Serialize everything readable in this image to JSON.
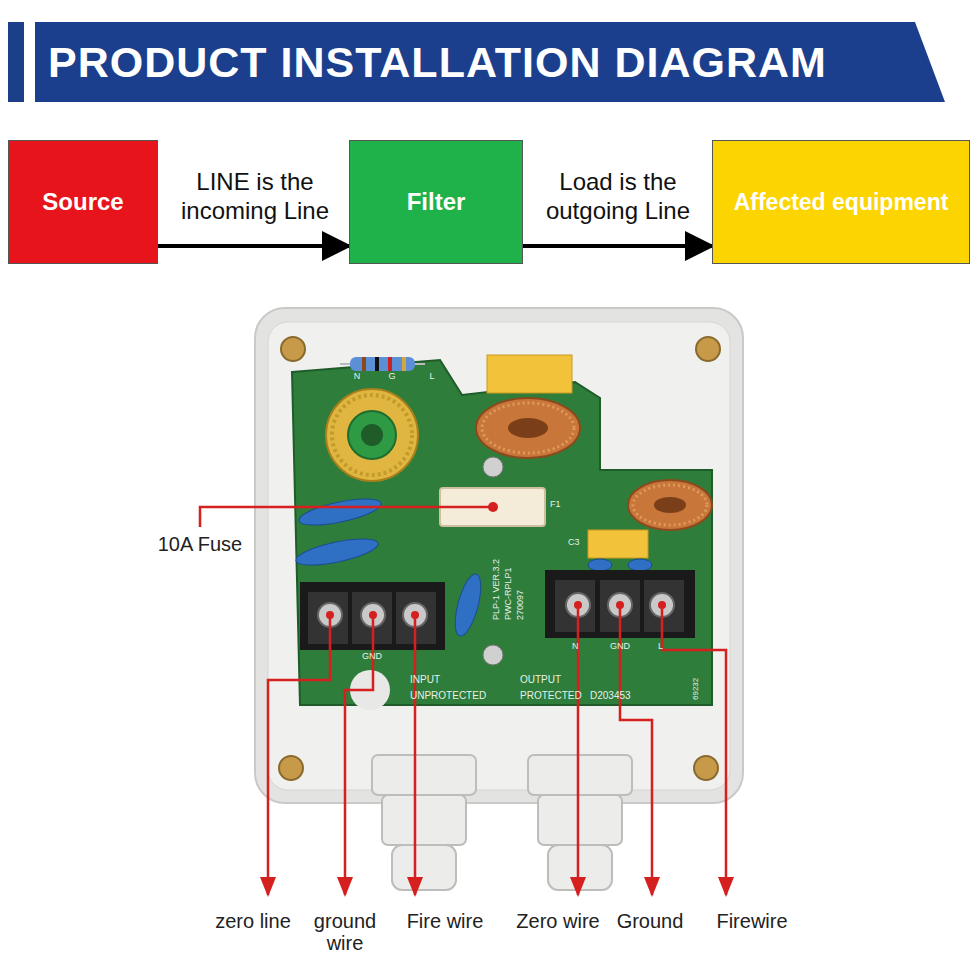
{
  "diagram": {
    "title": "PRODUCT INSTALLATION DIAGRAM",
    "nodes": [
      {
        "text": [
          "Source"
        ]
      },
      {
        "text": [
          "Filter"
        ]
      },
      {
        "text": [
          "Affected equipment"
        ]
      }
    ],
    "edges": [
      {
        "from": 0,
        "to": 1,
        "label": "LINE is the incoming Line",
        "arrow": "to"
      },
      {
        "from": 1,
        "to": 2,
        "label": "Load is the outgoing Line",
        "arrow": "to"
      }
    ],
    "labels": [
      "10A Fuse",
      "zero line",
      "ground wire",
      "Fire wire",
      "Zero wire",
      "Ground",
      "Firewire",
      "N",
      "G",
      "L",
      "F1",
      "C3",
      "PLP-1 VER.3.2",
      "PWC-RPLP1",
      "270097",
      "GND",
      "INPUT",
      "UNPROTECTED",
      "OUTPUT",
      "PROTECTED",
      "D203453",
      "N",
      "GND",
      "L",
      "69232"
    ]
  }
}
